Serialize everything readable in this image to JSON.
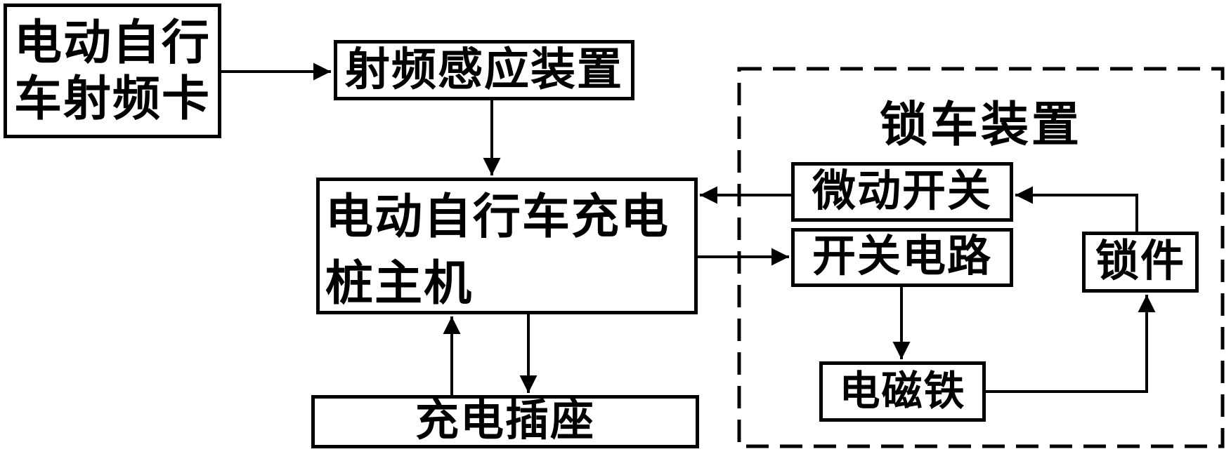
{
  "diagram": {
    "background_color": "#ffffff",
    "stroke_color": "#000000",
    "nodes": {
      "rfid_card": {
        "full_label": "电动自行车射频卡",
        "lines": [
          "电动自行",
          "车射频卡"
        ]
      },
      "rf_sensor": {
        "label": "射频感应装置"
      },
      "charging_host": {
        "full_label": "电动自行车充电桩主机",
        "lines": [
          "电动自行车充电",
          "桩主机"
        ]
      },
      "charging_socket": {
        "label": "充电插座"
      },
      "lock_device_group": {
        "label": "锁车装置"
      },
      "micro_switch": {
        "label": "微动开关"
      },
      "switch_circuit": {
        "label": "开关电路"
      },
      "lock_piece": {
        "label": "锁件"
      },
      "electromagnet": {
        "label": "电磁铁"
      }
    },
    "edges": [
      {
        "from": "电动自行车射频卡",
        "to": "射频感应装置",
        "direction": "right"
      },
      {
        "from": "射频感应装置",
        "to": "电动自行车充电桩主机",
        "direction": "down"
      },
      {
        "from": "微动开关",
        "to": "电动自行车充电桩主机",
        "direction": "left"
      },
      {
        "from": "电动自行车充电桩主机",
        "to": "开关电路",
        "direction": "right"
      },
      {
        "from": "开关电路",
        "to": "电磁铁",
        "direction": "down"
      },
      {
        "from": "电磁铁",
        "to": "锁件",
        "direction": "right-then-up"
      },
      {
        "from": "锁件",
        "to": "微动开关",
        "direction": "up-then-left"
      },
      {
        "from": "充电插座",
        "to": "电动自行车充电桩主机",
        "direction": "up"
      },
      {
        "from": "电动自行车充电桩主机",
        "to": "充电插座",
        "direction": "down"
      }
    ]
  }
}
